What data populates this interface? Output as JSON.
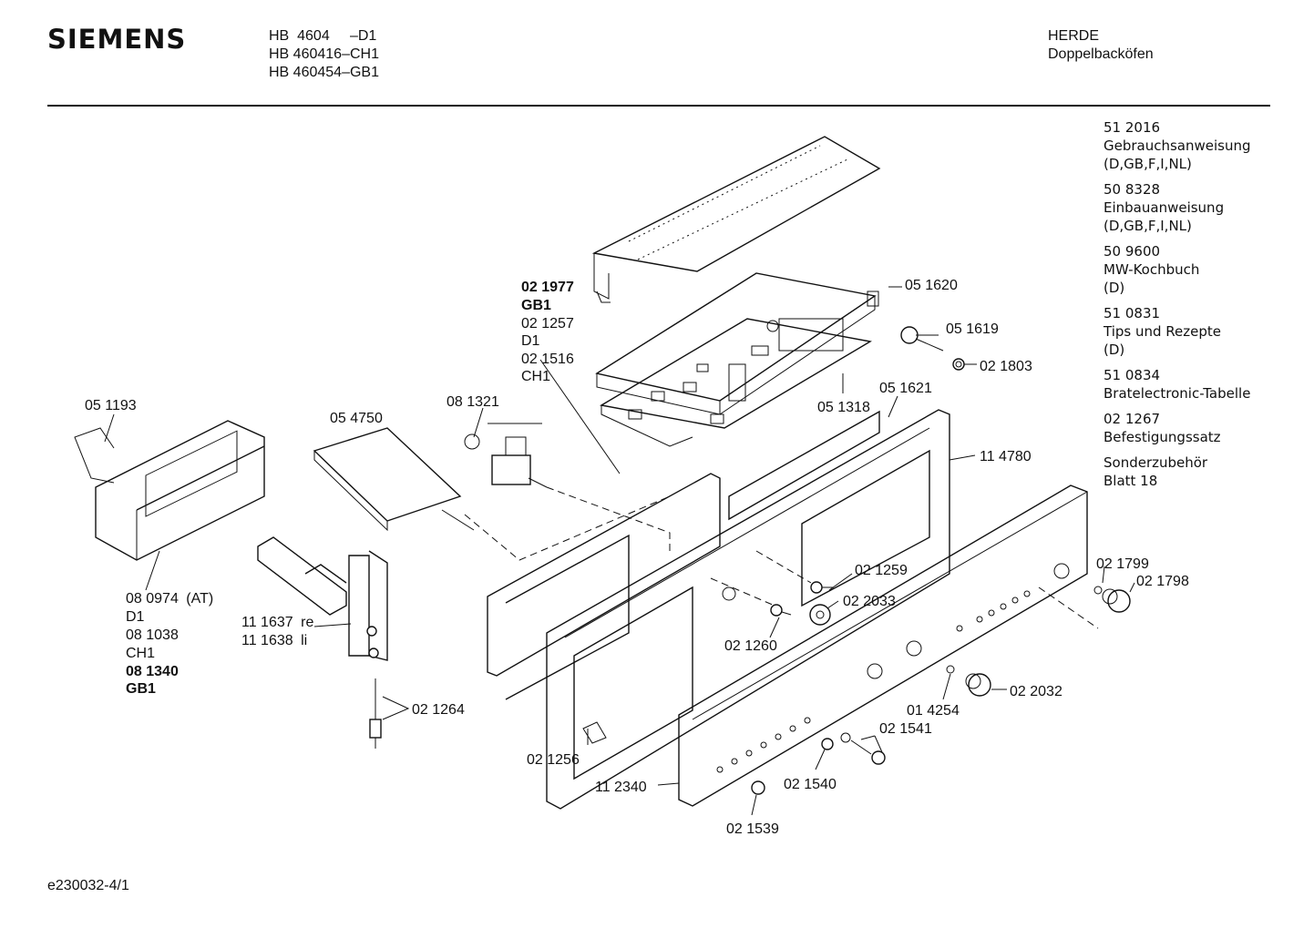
{
  "header": {
    "brand": "SIEMENS",
    "models": [
      "HB  4604     –D1",
      "HB 460416–CH1",
      "HB 460454–GB1"
    ],
    "category": "HERDE",
    "subcategory": "Doppelbacköfen"
  },
  "documents": [
    {
      "number": "51 2016",
      "title": "Gebrauchsanweisung",
      "note": "(D,GB,F,I,NL)"
    },
    {
      "number": "50 8328",
      "title": "Einbauanweisung",
      "note": "(D,GB,F,I,NL)"
    },
    {
      "number": "50 9600",
      "title": "MW-Kochbuch",
      "note": "(D)"
    },
    {
      "number": "51 0831",
      "title": "Tips und Rezepte",
      "note": "(D)"
    },
    {
      "number": "51 0834",
      "title": "Bratelectronic-Tabelle",
      "note": ""
    },
    {
      "number": "02 1267",
      "title": "Befestigungssatz",
      "note": ""
    },
    {
      "number": "",
      "title": "Sonderzubehör",
      "note": "Blatt 18"
    }
  ],
  "parts": {
    "p021977": "02 1977",
    "p021977_var": "GB1",
    "p021257": "02 1257",
    "p021257_var": "D1",
    "p021516": "02 1516",
    "p021516_var": "CH1",
    "p051620": "05 1620",
    "p051619": "05 1619",
    "p021803": "02 1803",
    "p051318": "05 1318",
    "p051621": "05 1621",
    "p081321": "08 1321",
    "p051193": "05 1193",
    "p054750": "05 4750",
    "p114780": "11 4780",
    "p021259": "02 1259",
    "p022033": "02 2033",
    "p021799": "02 1799",
    "p021798": "02 1798",
    "p021260": "02 1260",
    "p080974": "08 0974",
    "p080974_suffix": "(AT)",
    "p080974_var": "D1",
    "p081038": "08 1038",
    "p081038_var": "CH1",
    "p081340": "08 1340",
    "p081340_var": "GB1",
    "p111637": "11 1637",
    "p111637_suffix": "re",
    "p111638": "11 1638",
    "p111638_suffix": "li",
    "p021264": "02 1264",
    "p022032": "02 2032",
    "p014254": "01 4254",
    "p021541": "02 1541",
    "p021256": "02 1256",
    "p112340": "11 2340",
    "p021540": "02 1540",
    "p021539": "02 1539"
  },
  "footer": {
    "code": "e230032-4/1"
  }
}
